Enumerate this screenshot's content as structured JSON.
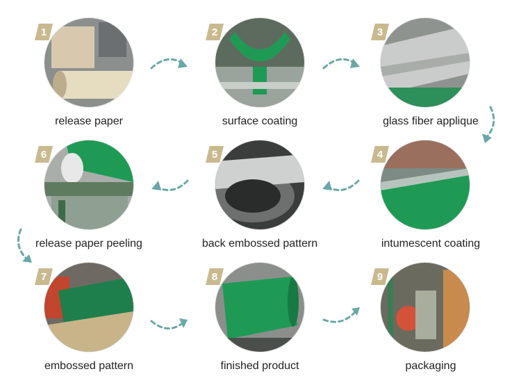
{
  "steps": [
    {
      "number": "1",
      "label": "release paper"
    },
    {
      "number": "2",
      "label": "surface coating"
    },
    {
      "number": "3",
      "label": "glass fiber applique"
    },
    {
      "number": "4",
      "label": "intumescent coating"
    },
    {
      "number": "5",
      "label": "back embossed pattern"
    },
    {
      "number": "6",
      "label": "release paper peeling"
    },
    {
      "number": "7",
      "label": "embossed pattern"
    },
    {
      "number": "8",
      "label": "finished product"
    },
    {
      "number": "9",
      "label": "packaging"
    }
  ],
  "colors": {
    "badge": "#c9b98e",
    "arrow": "#6aa7a7",
    "green": "#1f9a55",
    "text": "#222222"
  }
}
